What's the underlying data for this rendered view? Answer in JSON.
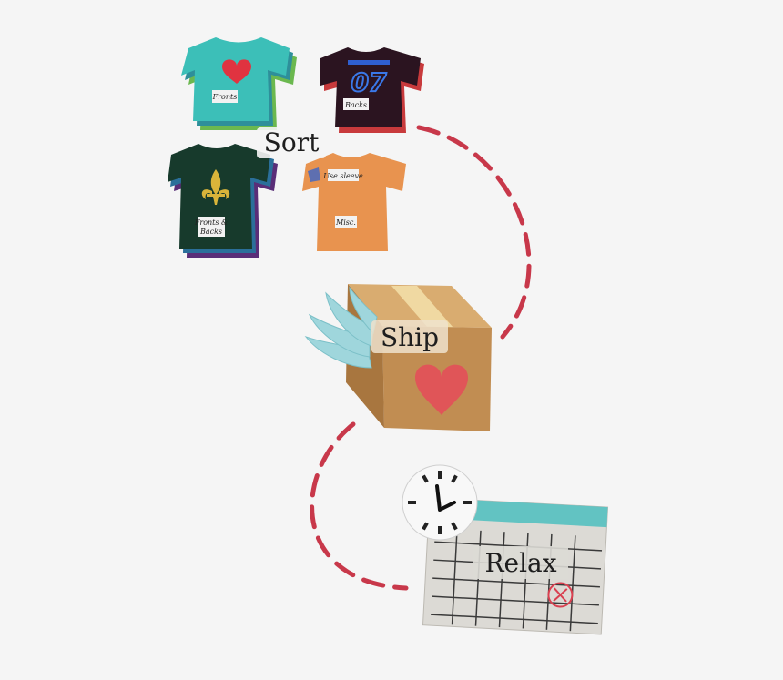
{
  "steps": {
    "sort_label": "Sort",
    "ship_label": "Ship",
    "relax_label": "Relax"
  },
  "shirts": {
    "fronts_tag": "Fronts",
    "backs_tag": "Backs",
    "jersey_number": "07",
    "fronts_backs_tag_line1": "Fronts &",
    "fronts_backs_tag_line2": "Backs",
    "use_sleeve_tag": "Use sleeve",
    "misc_tag": "Misc."
  },
  "colors": {
    "background": "#f5f5f5",
    "dashed_path": "#c8384a",
    "teal_shirt": "#3cbfb8",
    "maroon_shirt": "#2b1420",
    "green_shirt": "#173a2c",
    "orange_shirt": "#e8934f",
    "heart": "#e05558",
    "box": "#c89a5e",
    "wing": "#9fd6dc",
    "calendar_header": "#62c3c2"
  },
  "icons": [
    "tshirt-icon",
    "box-icon",
    "wing-icon",
    "heart-icon",
    "clock-icon",
    "calendar-icon",
    "fleur-de-lis-icon"
  ]
}
